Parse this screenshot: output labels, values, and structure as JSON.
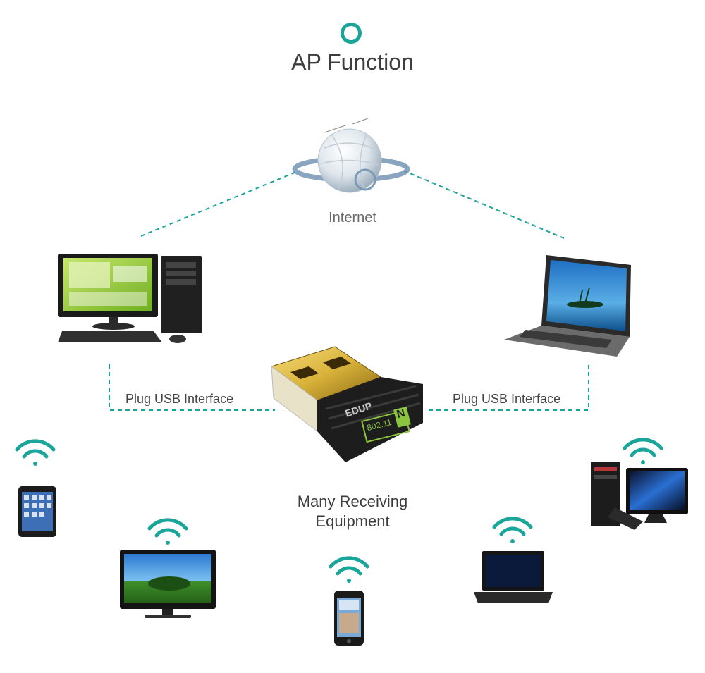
{
  "header": {
    "title": "AP Function"
  },
  "internet": {
    "label": "Internet"
  },
  "links": {
    "left_label": "Plug USB Interface",
    "right_label": "Plug USB Interface"
  },
  "adapter": {
    "brand": "EDUP",
    "standard": "802.11",
    "badge": "N"
  },
  "receivers": {
    "label_line1": "Many Receiving",
    "label_line2": "Equipment"
  },
  "colors": {
    "accent": "#1aa59b",
    "text": "#3d3d3d",
    "adapter_badge": "#8bc53f",
    "adapter_gold": "#d9b23a"
  },
  "icons": [
    "globe-icon",
    "desktop-pc-icon",
    "laptop-icon",
    "usb-adapter-icon",
    "wifi-icon",
    "tablet-icon",
    "tv-icon",
    "smartphone-icon",
    "monitor-pc-icon"
  ]
}
